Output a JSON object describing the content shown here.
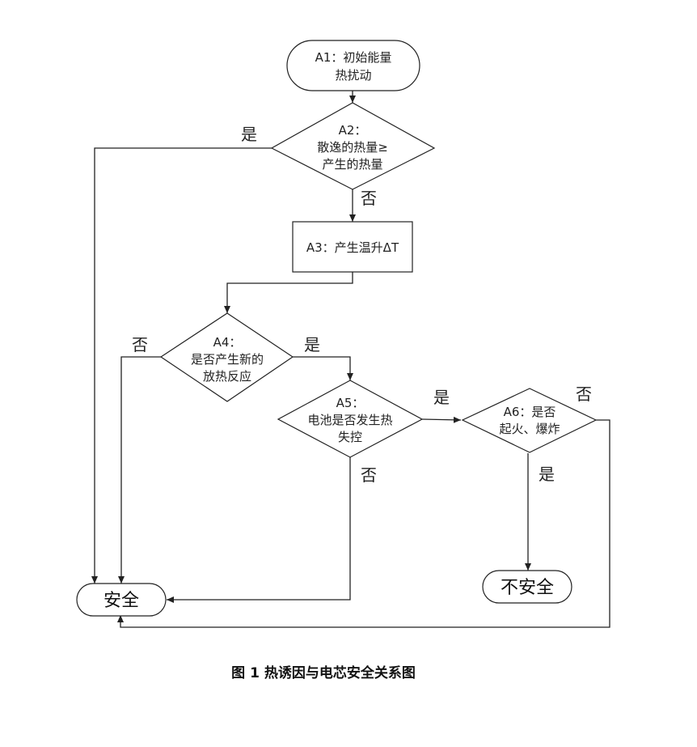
{
  "diagram": {
    "type": "flowchart",
    "nodes": {
      "a1": {
        "kind": "terminator",
        "lines": [
          "A1：初始能量",
          "热扰动"
        ]
      },
      "a2": {
        "kind": "decision",
        "lines": [
          "A2：",
          "散逸的热量≥",
          "产生的热量"
        ]
      },
      "a3": {
        "kind": "process",
        "lines": [
          "A3：产生温升ΔT"
        ]
      },
      "a4": {
        "kind": "decision",
        "lines": [
          "A4：",
          "是否产生新的",
          "放热反应"
        ]
      },
      "a5": {
        "kind": "decision",
        "lines": [
          "A5：",
          "电池是否发生热",
          "失控"
        ]
      },
      "a6": {
        "kind": "decision",
        "lines": [
          "A6：是否",
          "起火、爆炸"
        ]
      },
      "safe": {
        "kind": "terminator",
        "lines": [
          "安全"
        ]
      },
      "unsafe": {
        "kind": "terminator",
        "lines": [
          "不安全"
        ]
      }
    },
    "edges": [
      {
        "from": "a1",
        "to": "a2",
        "label": ""
      },
      {
        "from": "a2",
        "to": "safe",
        "label": "是"
      },
      {
        "from": "a2",
        "to": "a3",
        "label": "否"
      },
      {
        "from": "a3",
        "to": "a4",
        "label": ""
      },
      {
        "from": "a4",
        "to": "safe",
        "label": "否"
      },
      {
        "from": "a4",
        "to": "a5",
        "label": "是"
      },
      {
        "from": "a5",
        "to": "a6",
        "label": "是"
      },
      {
        "from": "a5",
        "to": "safe",
        "label": "否"
      },
      {
        "from": "a6",
        "to": "unsafe",
        "label": "是"
      },
      {
        "from": "a6",
        "to": "safe",
        "label": "否"
      }
    ]
  },
  "caption": "图 1  热诱因与电芯安全关系图"
}
